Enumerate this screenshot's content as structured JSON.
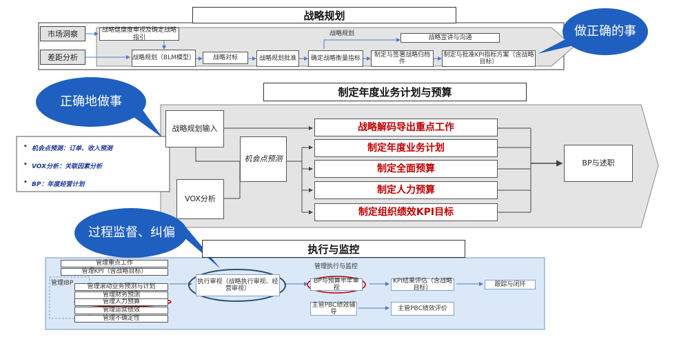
{
  "strategy": {
    "title": "战略规划",
    "side_labels": [
      "市场洞察",
      "差距分析"
    ],
    "top_box": "战略健康度审视及确定战略指引",
    "flow_label": "战略规划",
    "comm_box": "战略宣讲与沟通",
    "steps": [
      "战略规划（BLM模型）",
      "战略对标",
      "战略规划批准",
      "确定战略衡量指标",
      "制定与签署战略归档件",
      "制定与批准KPI指标方案（含战略目标）"
    ]
  },
  "bubbles": {
    "do_right": "做正确的事",
    "do_rightly": "正确地做事",
    "monitor": "过程监督、纠偏"
  },
  "annual": {
    "title": "制定年度业务计划与预算",
    "input": "战略规划输入",
    "vox": "VOX分析",
    "opportunity": "机会点预测",
    "items": [
      "战略解码导出重点工作",
      "制定年度业务计划",
      "制定全面预算",
      "制定人力预算",
      "制定组织绩效KPI目标"
    ],
    "output": "BP与述职",
    "notes": [
      "机会点预测：订单、收入预测",
      "VOX分析：关联因素分析",
      "BP：年度经营计划"
    ]
  },
  "execution": {
    "title": "执行与监控",
    "inner_title": "管理执行与监控",
    "group_label": "管理IBP",
    "left_items": [
      "管理重点工作",
      "管理KPI（含战略目标）",
      "管理滚动业务预测与计划",
      "管理财务预测",
      "管理人力预算",
      "管理运营绩效",
      "管理不确定性"
    ],
    "review": "执行审视（战略执行审视、经营审视）",
    "bp_review": "BP与预算半年审视",
    "kpi_eval": "KPI结果评估（含战略目标）",
    "track": "跟踪与闭环",
    "pbc_assist": "主管PBC绩效辅导",
    "pbc_eval": "主管PBC绩效评价"
  },
  "colors": {
    "bubble": "#1f5fbf",
    "red": "#c00000",
    "panel_gray": "#e4e4e4",
    "exec_panel": "#dbe8f7"
  }
}
